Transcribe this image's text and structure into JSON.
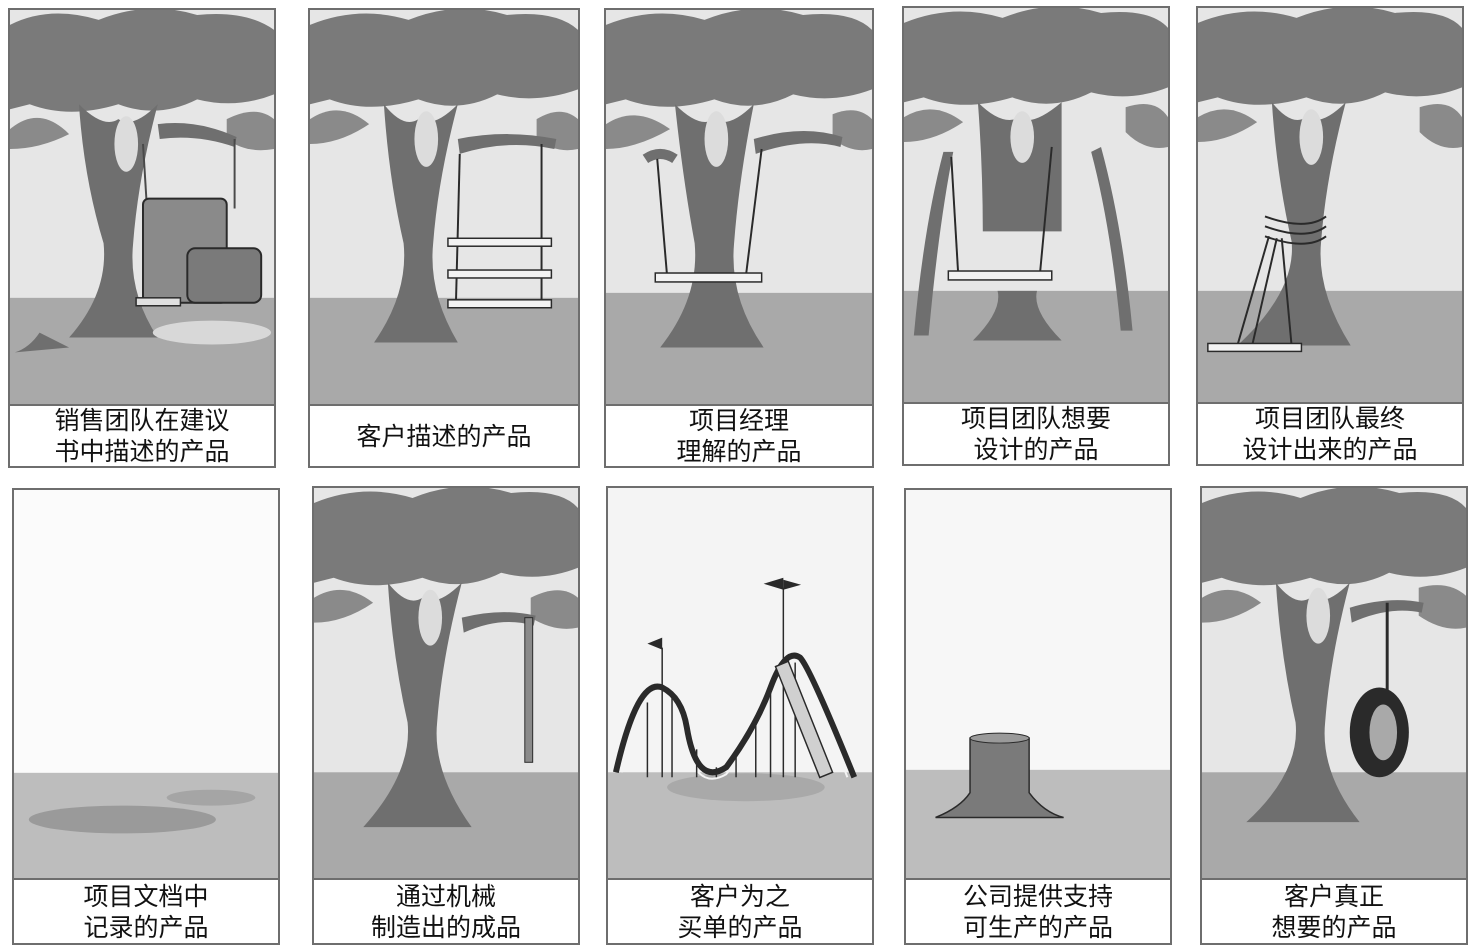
{
  "palette": {
    "tree_dark": "#6f6f6f",
    "tree_mid": "#8a8a8a",
    "canopy": "#7a7a7a",
    "sky": "#e6e6e6",
    "ground": "#a9a9a9",
    "ink": "#2a2a2a",
    "paper": "#fbfbfb"
  },
  "panels": [
    {
      "id": "sales-proposal",
      "caption": [
        "销售团队在建议",
        "书中描述的产品"
      ],
      "scene": "armchair-swing",
      "icons": [
        "tree-icon",
        "armchair-swing-icon"
      ]
    },
    {
      "id": "customer-described",
      "caption": [
        "客户描述的产品"
      ],
      "scene": "triple-seat-swing",
      "icons": [
        "tree-icon",
        "triple-swing-icon"
      ]
    },
    {
      "id": "pm-understood",
      "caption": [
        "项目经理",
        "理解的产品"
      ],
      "scene": "swing-around-trunk",
      "icons": [
        "tree-icon",
        "swing-icon"
      ]
    },
    {
      "id": "team-wanted",
      "caption": [
        "项目团队想要",
        "设计的产品"
      ],
      "scene": "split-trunk-swing",
      "icons": [
        "tree-icon",
        "swing-icon"
      ]
    },
    {
      "id": "team-designed",
      "caption": [
        "项目团队最终",
        "设计出来的产品"
      ],
      "scene": "tied-to-trunk-swing",
      "icons": [
        "tree-icon",
        "swing-icon"
      ]
    },
    {
      "id": "documented",
      "caption": [
        "项目文档中",
        "记录的产品"
      ],
      "scene": "empty",
      "icons": [
        "shadow-icon"
      ]
    },
    {
      "id": "manufactured",
      "caption": [
        "通过机械",
        "制造出的成品"
      ],
      "scene": "rope-only",
      "icons": [
        "tree-icon",
        "rope-icon"
      ]
    },
    {
      "id": "customer-billed",
      "caption": [
        "客户为之",
        "买单的产品"
      ],
      "scene": "roller-coaster",
      "icons": [
        "roller-coaster-icon",
        "flag-icon"
      ]
    },
    {
      "id": "supported",
      "caption": [
        "公司提供支持",
        "可生产的产品"
      ],
      "scene": "stump",
      "icons": [
        "tree-stump-icon"
      ]
    },
    {
      "id": "customer-needed",
      "caption": [
        "客户真正",
        "想要的产品"
      ],
      "scene": "tire-swing",
      "icons": [
        "tree-icon",
        "tire-swing-icon"
      ]
    }
  ]
}
